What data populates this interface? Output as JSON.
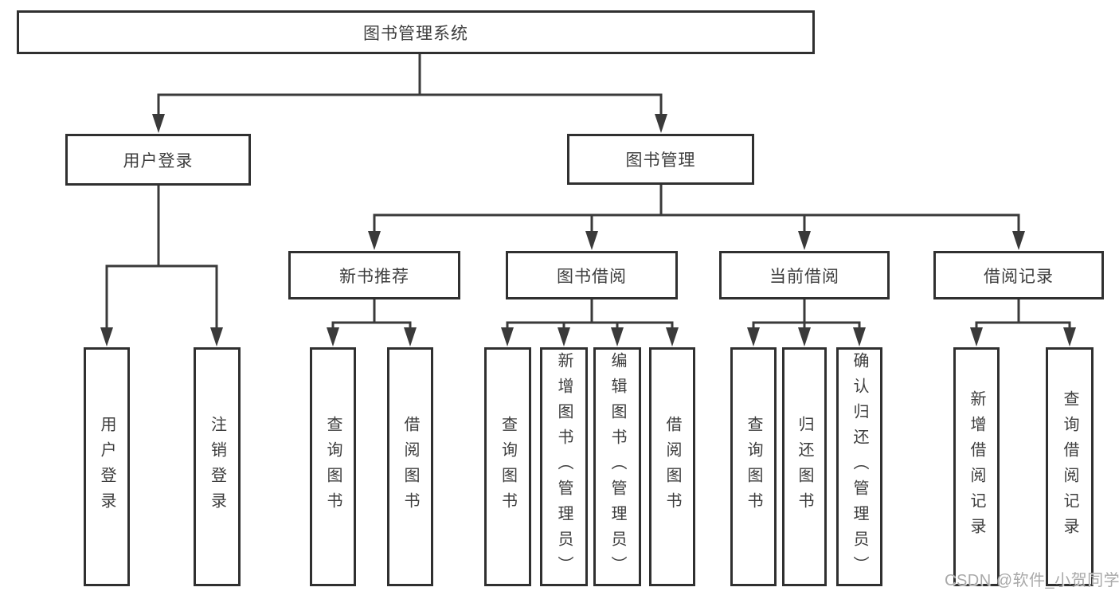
{
  "watermark": "CSDN @软件_小贺同学",
  "colors": {
    "line": "#3a3a3a",
    "border": "#303030",
    "fill": "#ffffff",
    "text": "#3d3d3d",
    "watermark": "#a9a9a9",
    "canvas": "#ffffff"
  },
  "diagram": {
    "root": {
      "label": "图书管理系统"
    },
    "children": [
      {
        "label": "用户登录",
        "children": [
          {
            "label": "用户登录"
          },
          {
            "label": "注销登录"
          }
        ]
      },
      {
        "label": "图书管理",
        "children": [
          {
            "label": "新书推荐",
            "children": [
              {
                "label": "查询图书"
              },
              {
                "label": "借阅图书"
              }
            ]
          },
          {
            "label": "图书借阅",
            "children": [
              {
                "label": "查询图书"
              },
              {
                "label": "新增图书（管理员）"
              },
              {
                "label": "编辑图书（管理员）"
              },
              {
                "label": "借阅图书"
              }
            ]
          },
          {
            "label": "当前借阅",
            "children": [
              {
                "label": "查询图书"
              },
              {
                "label": "归还图书"
              },
              {
                "label": "确认归还（管理员）"
              }
            ]
          },
          {
            "label": "借阅记录",
            "children": [
              {
                "label": "新增借阅记录"
              },
              {
                "label": "查询借阅记录"
              }
            ]
          }
        ]
      }
    ]
  }
}
